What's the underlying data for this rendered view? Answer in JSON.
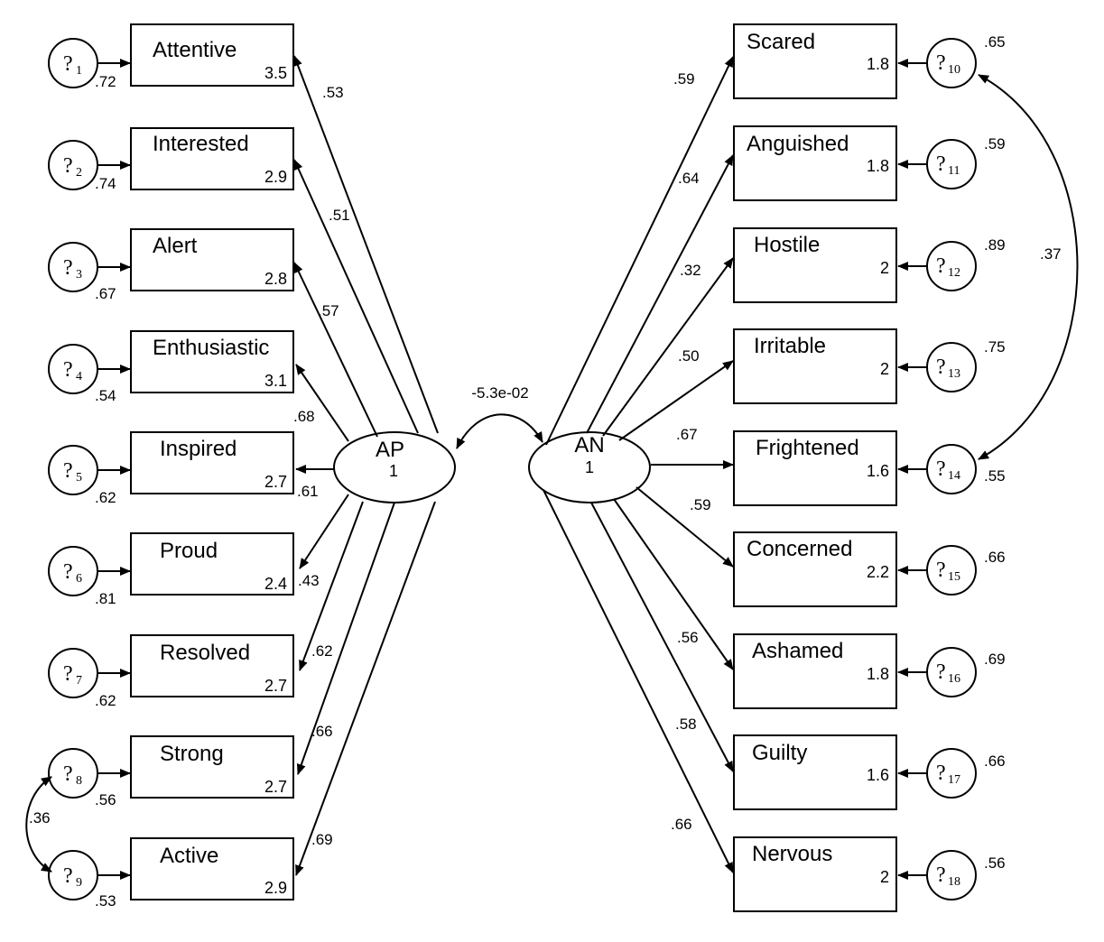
{
  "latents": {
    "left": {
      "name": "AP",
      "variance": "1"
    },
    "right": {
      "name": "AN",
      "variance": "1"
    },
    "covariance": "-5.3e-02"
  },
  "left_items": [
    {
      "label": "Attentive",
      "mean": "3.5",
      "loading": ".53",
      "error_symbol": "?",
      "error_index": "1",
      "error_variance": ".72"
    },
    {
      "label": "Interested",
      "mean": "2.9",
      "loading": ".51",
      "error_symbol": "?",
      "error_index": "2",
      "error_variance": ".74"
    },
    {
      "label": "Alert",
      "mean": "2.8",
      "loading": ".57",
      "error_symbol": "?",
      "error_index": "3",
      "error_variance": ".67"
    },
    {
      "label": "Enthusiastic",
      "mean": "3.1",
      "loading": ".68",
      "error_symbol": "?",
      "error_index": "4",
      "error_variance": ".54"
    },
    {
      "label": "Inspired",
      "mean": "2.7",
      "loading": ".61",
      "error_symbol": "?",
      "error_index": "5",
      "error_variance": ".62"
    },
    {
      "label": "Proud",
      "mean": "2.4",
      "loading": ".43",
      "error_symbol": "?",
      "error_index": "6",
      "error_variance": ".81"
    },
    {
      "label": "Resolved",
      "mean": "2.7",
      "loading": ".62",
      "error_symbol": "?",
      "error_index": "7",
      "error_variance": ".62"
    },
    {
      "label": "Strong",
      "mean": "2.7",
      "loading": ".66",
      "error_symbol": "?",
      "error_index": "8",
      "error_variance": ".56"
    },
    {
      "label": "Active",
      "mean": "2.9",
      "loading": ".69",
      "error_symbol": "?",
      "error_index": "9",
      "error_variance": ".53"
    }
  ],
  "right_items": [
    {
      "label": "Scared",
      "mean": "1.8",
      "loading": ".59",
      "error_symbol": "?",
      "error_index": "10",
      "error_variance": ".65"
    },
    {
      "label": "Anguished",
      "mean": "1.8",
      "loading": ".64",
      "error_symbol": "?",
      "error_index": "11",
      "error_variance": ".59"
    },
    {
      "label": "Hostile",
      "mean": "2",
      "loading": ".32",
      "error_symbol": "?",
      "error_index": "12",
      "error_variance": ".89"
    },
    {
      "label": "Irritable",
      "mean": "2",
      "loading": ".50",
      "error_symbol": "?",
      "error_index": "13",
      "error_variance": ".75"
    },
    {
      "label": "Frightened",
      "mean": "1.6",
      "loading": ".67",
      "error_symbol": "?",
      "error_index": "14",
      "error_variance": ".55"
    },
    {
      "label": "Concerned",
      "mean": "2.2",
      "loading": ".59",
      "error_symbol": "?",
      "error_index": "15",
      "error_variance": ".66"
    },
    {
      "label": "Ashamed",
      "mean": "1.8",
      "loading": ".56",
      "error_symbol": "?",
      "error_index": "16",
      "error_variance": ".69"
    },
    {
      "label": "Guilty",
      "mean": "1.6",
      "loading": ".58",
      "error_symbol": "?",
      "error_index": "17",
      "error_variance": ".66"
    },
    {
      "label": "Nervous",
      "mean": "2",
      "loading": ".66",
      "error_symbol": "?",
      "error_index": "18",
      "error_variance": ".56"
    }
  ],
  "error_covariances": [
    {
      "between": [
        "8",
        "9"
      ],
      "value": ".36"
    },
    {
      "between": [
        "10",
        "14"
      ],
      "value": ".37"
    }
  ]
}
